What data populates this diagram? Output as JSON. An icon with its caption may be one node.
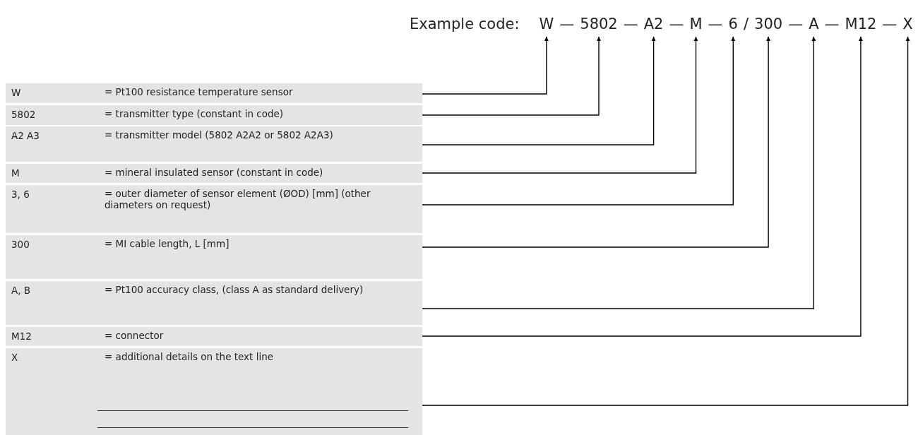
{
  "diagram": {
    "nodes": [
      {
        "text": [
          "W"
        ]
      },
      {
        "text": [
          "5802"
        ]
      },
      {
        "text": [
          "A2"
        ]
      },
      {
        "text": [
          "M"
        ]
      },
      {
        "text": [
          "6"
        ]
      },
      {
        "text": [
          "300"
        ]
      },
      {
        "text": [
          "A"
        ]
      },
      {
        "text": [
          "M12"
        ]
      },
      {
        "text": [
          "X"
        ]
      },
      {
        "text": [
          "W",
          "= Pt100 resistance temperature sensor"
        ]
      },
      {
        "text": [
          "5802",
          "= transmitter type (constant in code)"
        ]
      },
      {
        "text": [
          "A2 A3",
          "= transmitter model (5802 A2A2 or 5802 A2A3)"
        ]
      },
      {
        "text": [
          "M",
          "= mineral insulated sensor (constant in code)"
        ]
      },
      {
        "text": [
          "3, 6",
          "= outer diameter of sensor element (ØOD) [mm] (other diameters on request)"
        ]
      },
      {
        "text": [
          "300",
          "= MI cable length, L [mm]"
        ]
      },
      {
        "text": [
          "A, B",
          "= Pt100 accuracy class, (class A as standard delivery)"
        ]
      },
      {
        "text": [
          "M12",
          "= connector"
        ]
      },
      {
        "text": [
          "X",
          "= additional details on the text line"
        ]
      }
    ],
    "edges": [
      {
        "from": 9,
        "to": 0,
        "arrow": "to"
      },
      {
        "from": 10,
        "to": 1,
        "arrow": "to"
      },
      {
        "from": 11,
        "to": 2,
        "arrow": "to"
      },
      {
        "from": 12,
        "to": 3,
        "arrow": "to"
      },
      {
        "from": 13,
        "to": 4,
        "arrow": "to"
      },
      {
        "from": 14,
        "to": 5,
        "arrow": "to"
      },
      {
        "from": 15,
        "to": 6,
        "arrow": "to"
      },
      {
        "from": 16,
        "to": 7,
        "arrow": "to"
      },
      {
        "from": 17,
        "to": 8,
        "arrow": "to"
      }
    ],
    "labels": [
      "Example code:",
      "—",
      "—",
      "—",
      "—",
      "/",
      "—",
      "—",
      "—"
    ]
  }
}
